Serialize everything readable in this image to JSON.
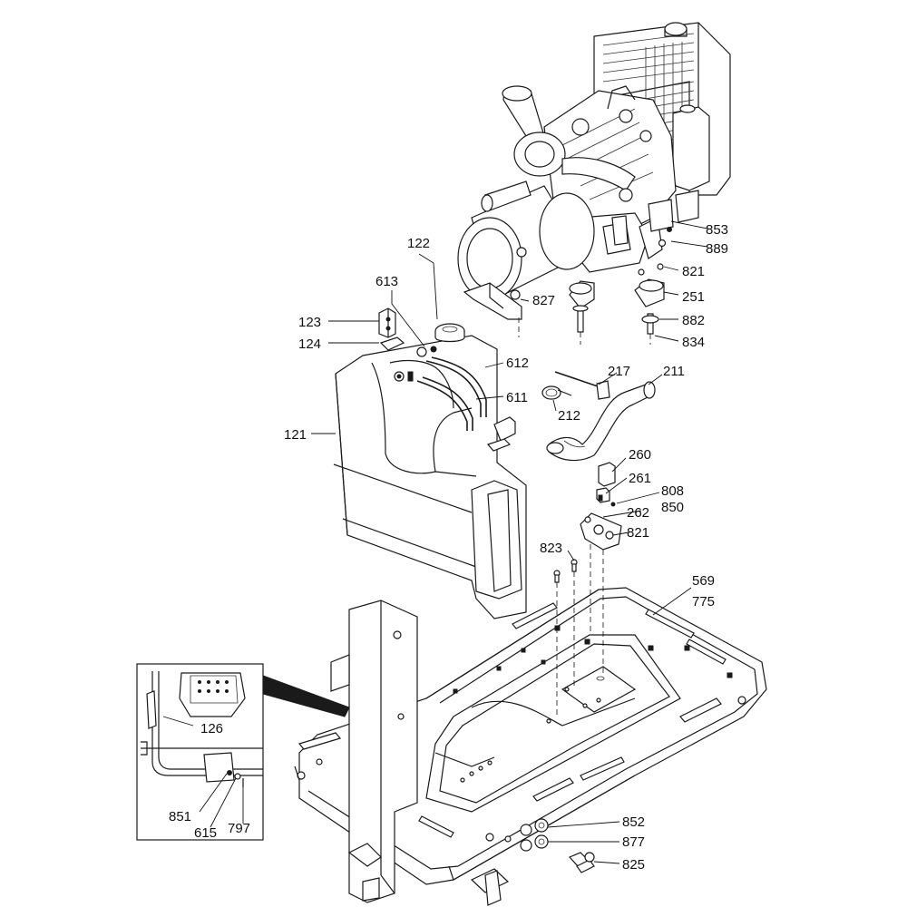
{
  "labels": [
    {
      "id": "853",
      "text": "853"
    },
    {
      "id": "889",
      "text": "889"
    },
    {
      "id": "821a",
      "text": "821"
    },
    {
      "id": "251",
      "text": "251"
    },
    {
      "id": "882",
      "text": "882"
    },
    {
      "id": "834",
      "text": "834"
    },
    {
      "id": "122",
      "text": "122"
    },
    {
      "id": "613",
      "text": "613"
    },
    {
      "id": "827",
      "text": "827"
    },
    {
      "id": "123",
      "text": "123"
    },
    {
      "id": "124",
      "text": "124"
    },
    {
      "id": "612",
      "text": "612"
    },
    {
      "id": "611",
      "text": "611"
    },
    {
      "id": "121",
      "text": "121"
    },
    {
      "id": "217",
      "text": "217"
    },
    {
      "id": "211",
      "text": "211"
    },
    {
      "id": "212",
      "text": "212"
    },
    {
      "id": "260",
      "text": "260"
    },
    {
      "id": "261",
      "text": "261"
    },
    {
      "id": "808",
      "text": "808"
    },
    {
      "id": "850",
      "text": "850"
    },
    {
      "id": "262",
      "text": "262"
    },
    {
      "id": "821b",
      "text": "821"
    },
    {
      "id": "823",
      "text": "823"
    },
    {
      "id": "569",
      "text": "569"
    },
    {
      "id": "775",
      "text": "775"
    },
    {
      "id": "126",
      "text": "126"
    },
    {
      "id": "851",
      "text": "851"
    },
    {
      "id": "615",
      "text": "615"
    },
    {
      "id": "797",
      "text": "797"
    },
    {
      "id": "852",
      "text": "852"
    },
    {
      "id": "877",
      "text": "877"
    },
    {
      "id": "825",
      "text": "825"
    }
  ]
}
